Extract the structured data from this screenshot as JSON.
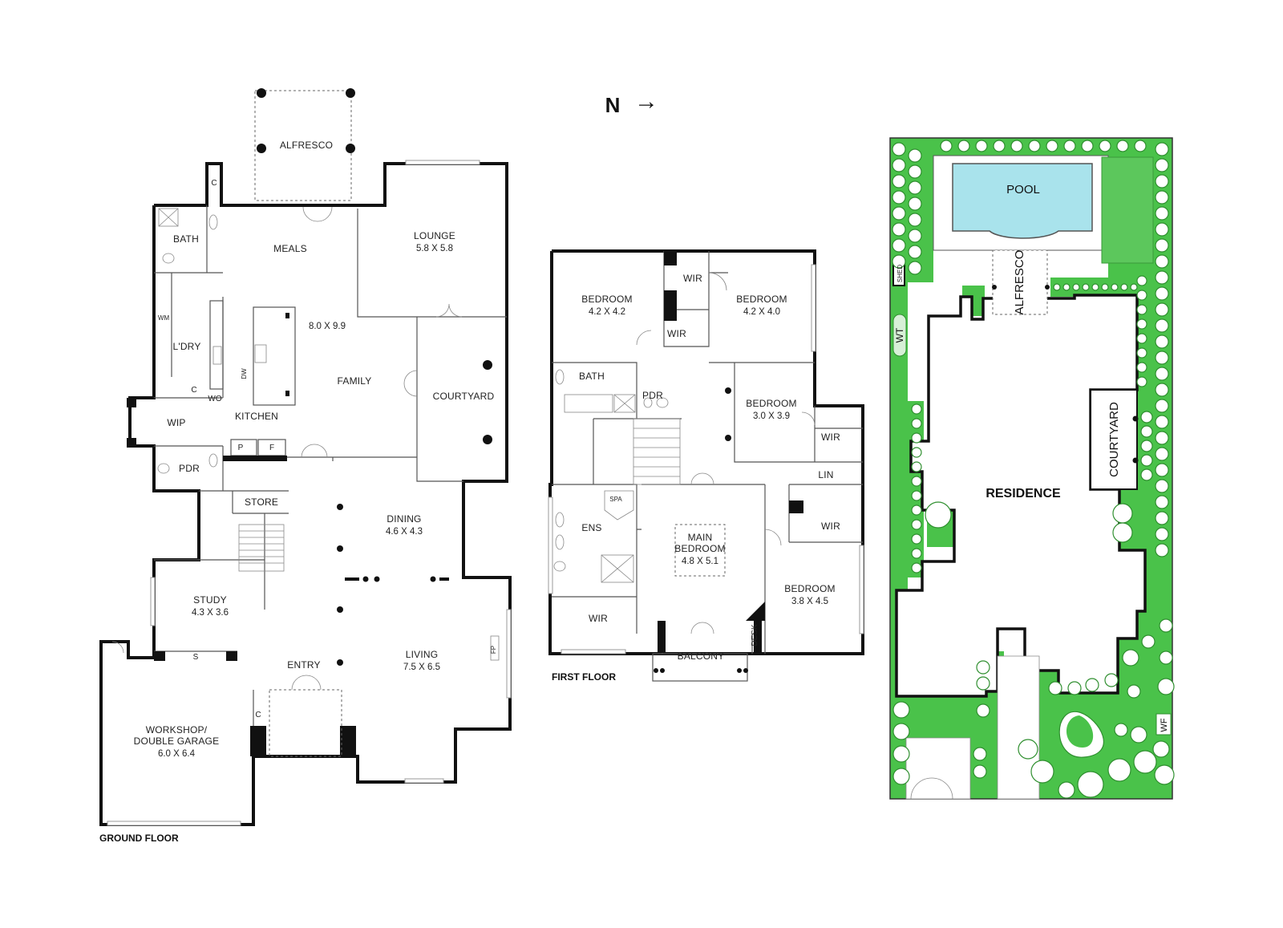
{
  "compass": {
    "label": "N",
    "arrow": "→"
  },
  "ground_floor": {
    "title": "GROUND FLOOR",
    "rooms": {
      "alfresco": "ALFRESCO",
      "c_top": "C",
      "bath": "BATH",
      "meals": "MEALS",
      "lounge": "LOUNGE",
      "lounge_dim": "5.8 X 5.8",
      "kitchen_family_dim": "8.0 X 9.9",
      "wm": "WM",
      "ldry": "L'DRY",
      "dw": "DW",
      "family": "FAMILY",
      "courtyard": "COURTYARD",
      "c_ldry": "C",
      "wo": "WO",
      "wip": "WIP",
      "kitchen": "KITCHEN",
      "p": "P",
      "f": "F",
      "pdr": "PDR",
      "store": "STORE",
      "dining": "DINING",
      "dining_dim": "4.6 X 4.3",
      "study": "STUDY",
      "study_dim": "4.3 X 3.6",
      "s": "S",
      "entry": "ENTRY",
      "living": "LIVING",
      "living_dim": "7.5 X 6.5",
      "fp": "FP",
      "c_entry": "C",
      "workshop": "WORKSHOP/",
      "workshop_2": "DOUBLE GARAGE",
      "workshop_dim": "6.0 X 6.4"
    }
  },
  "first_floor": {
    "title": "FIRST FLOOR",
    "rooms": {
      "bed1": "BEDROOM",
      "bed1_dim": "4.2 X 4.2",
      "wir1": "WIR",
      "bed2": "BEDROOM",
      "bed2_dim": "4.2 X 4.0",
      "wir2": "WIR",
      "bath": "BATH",
      "pdr": "PDR",
      "bed3": "BEDROOM",
      "bed3_dim": "3.0 X 3.9",
      "wir3": "WIR",
      "lin": "LIN",
      "spa": "SPA",
      "ens": "ENS",
      "main": "MAIN",
      "main_2": "BEDROOM",
      "main_dim": "4.8 X 5.1",
      "wir4": "WIR",
      "bed4": "BEDROOM",
      "bed4_dim": "3.8 X 4.5",
      "wir5": "WIR",
      "desk": "DESK",
      "balcony": "BALCONY"
    }
  },
  "site_plan": {
    "pool": "POOL",
    "shed": "SHED",
    "alfresco": "ALFRESCO",
    "wt": "WT",
    "courtyard": "COURTYARD",
    "residence": "RESIDENCE",
    "wf": "WF"
  },
  "colors": {
    "lawn": "#4ac24a",
    "pool": "#a9e3ec",
    "walls": "#111111"
  }
}
